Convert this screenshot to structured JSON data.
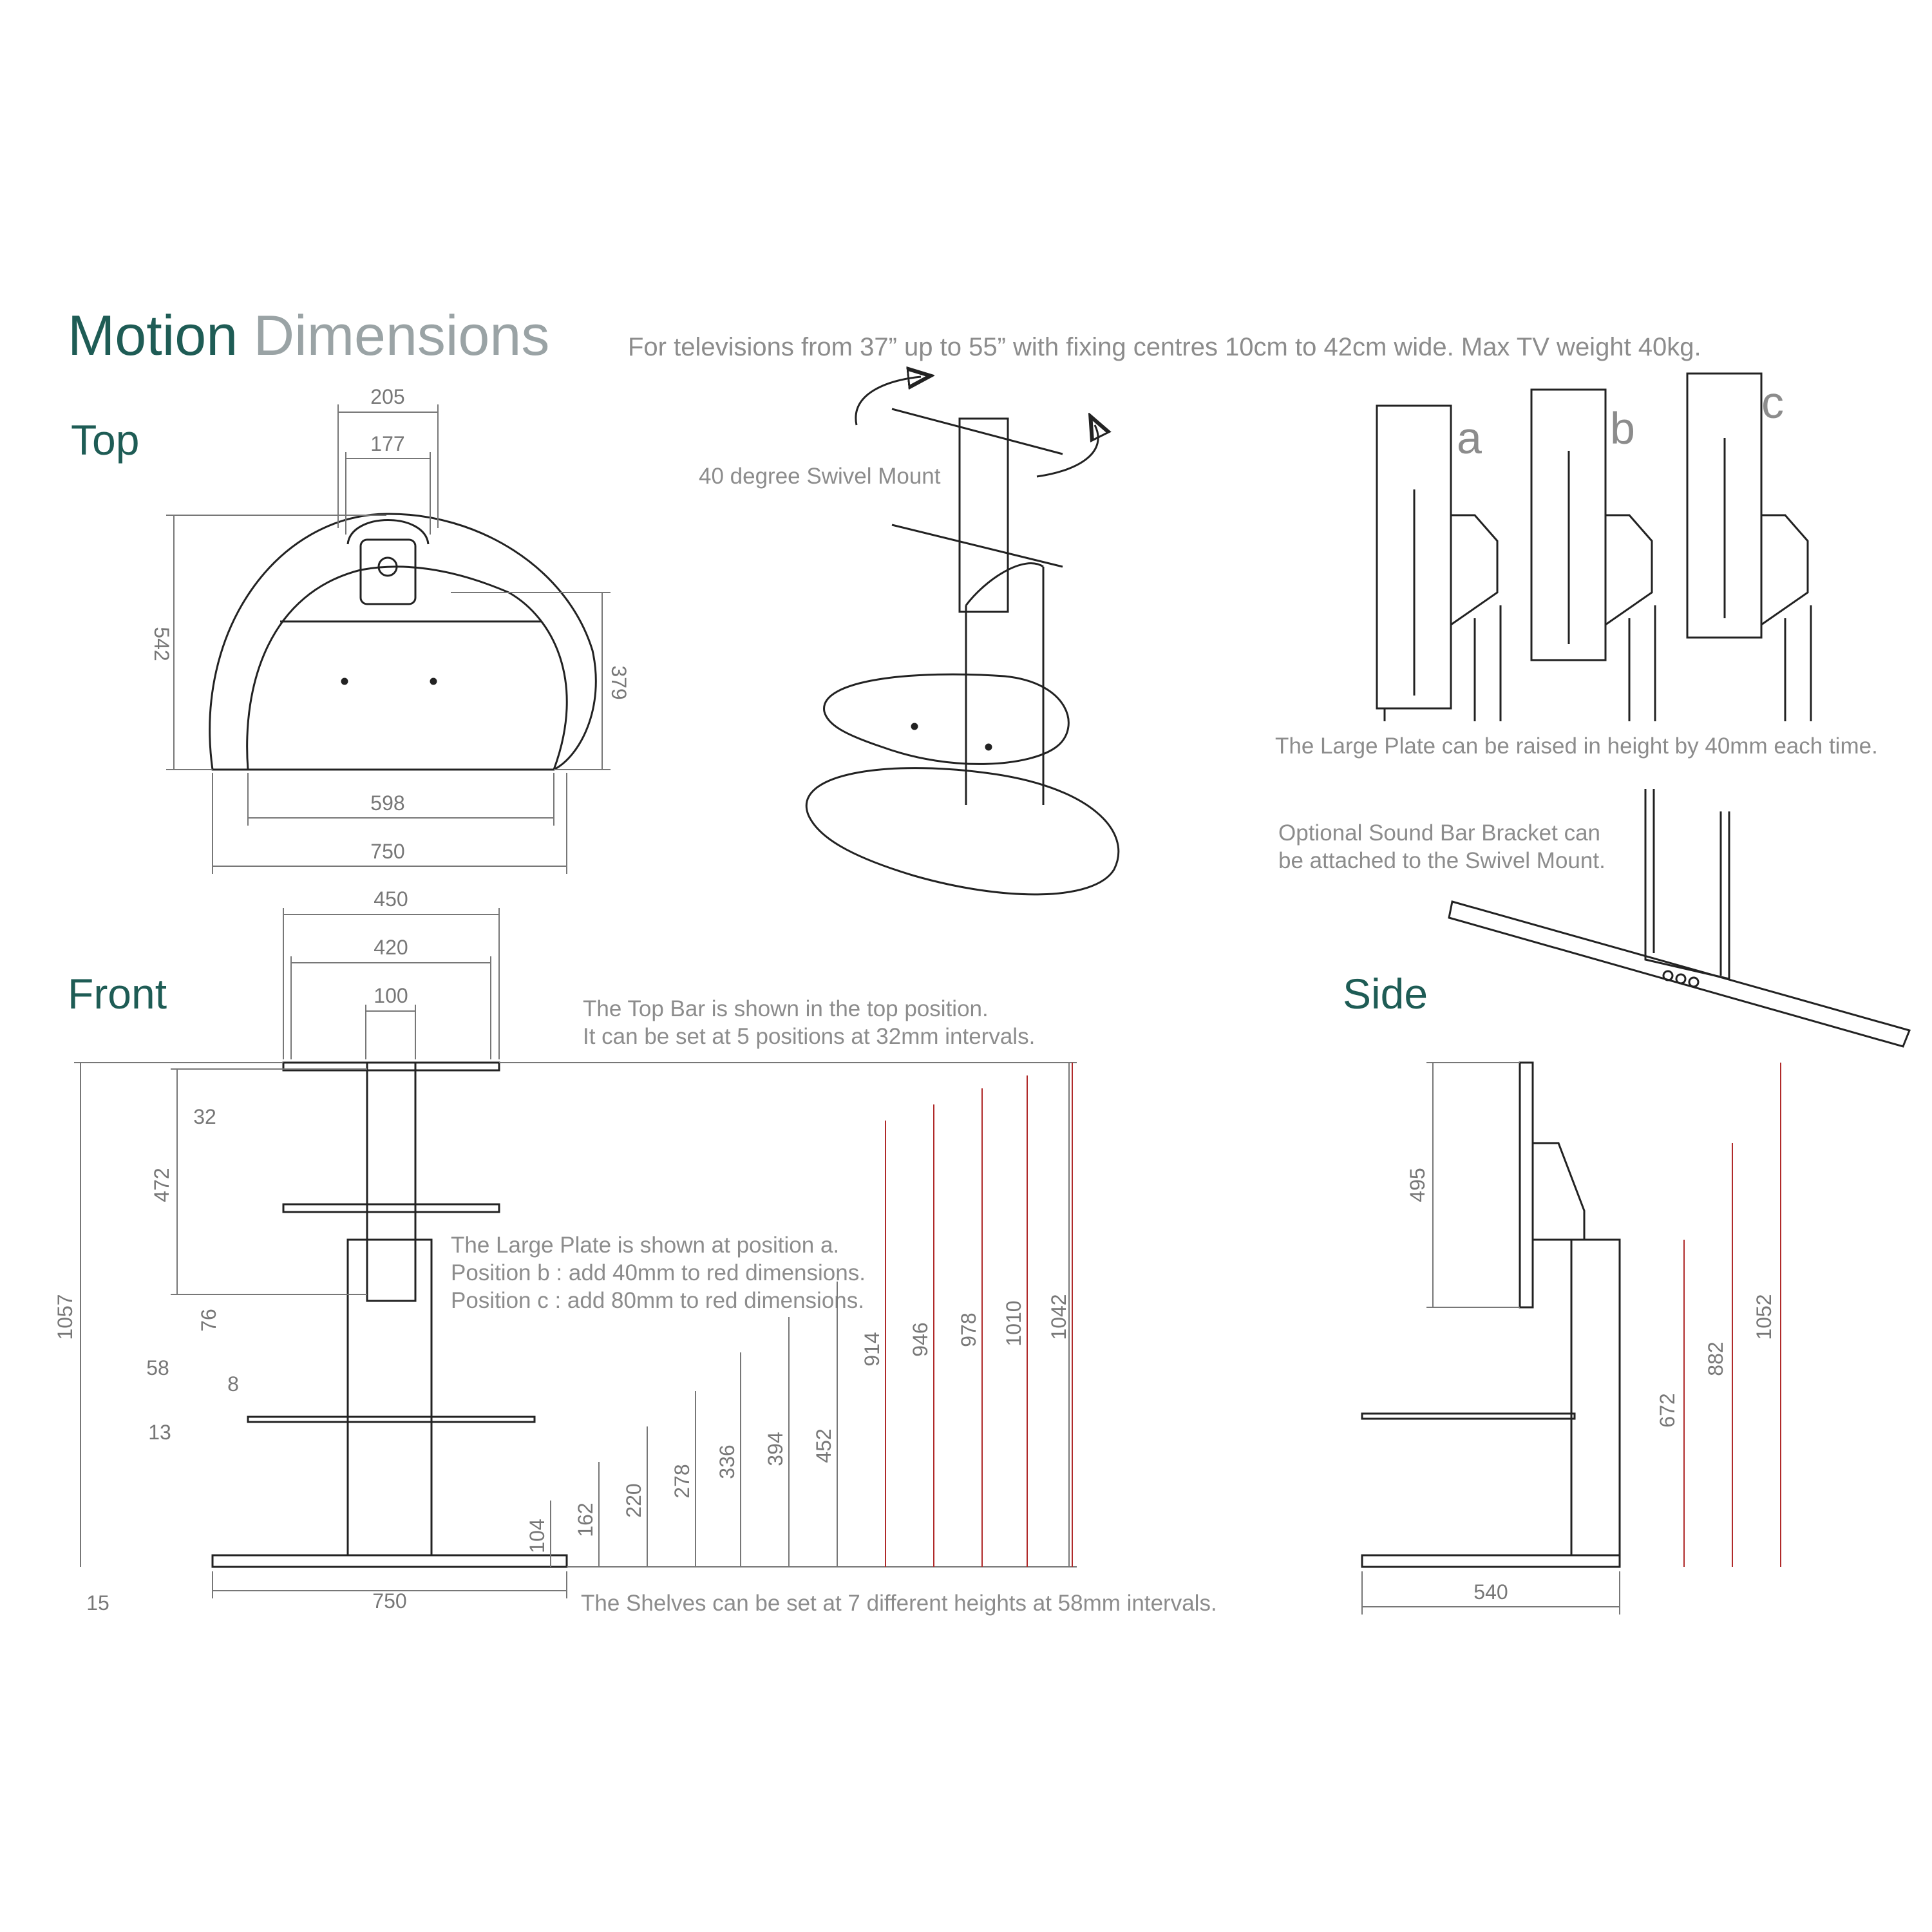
{
  "header": {
    "title_word1": "Motion",
    "title_word2": "Dimensions",
    "subtitle": "For televisions from 37” up to 55” with fixing centres 10cm to 42cm wide. Max TV weight 40kg."
  },
  "sections": {
    "top": "Top",
    "front": "Front",
    "side": "Side"
  },
  "notes": {
    "swivel": "40 degree Swivel Mount",
    "large_plate_raise": "The Large Plate can be raised in height by 40mm each time.",
    "sound_bar": [
      "Optional Sound Bar Bracket can",
      "be attached to the Swivel Mount."
    ],
    "top_bar": [
      "The Top Bar is shown in the top position.",
      "It can be set at 5 positions at 32mm intervals."
    ],
    "large_plate_position": [
      "The Large Plate is shown at position a.",
      "Position b : add 40mm to red dimensions.",
      "Position c : add 80mm to red dimensions."
    ],
    "shelves": "The Shelves can be set at 7 different heights at 58mm intervals."
  },
  "plate_variants": [
    "a",
    "b",
    "c"
  ],
  "dimensions": {
    "top": {
      "outer_bracket": "205",
      "inner_bracket": "177",
      "depth": "542",
      "shelf_depth": "379",
      "shelf_width": "598",
      "base_width": "750"
    },
    "front": {
      "top_bar_width": "450",
      "plate_fixing_width": "420",
      "pillar_width": "100",
      "top_bar_step": "32",
      "plate_height": "472",
      "pillar_offset": "76",
      "shelf_step": "58",
      "shelf_thickness": "8",
      "shelf_gap": "13",
      "base_thickness": "15",
      "base_width": "750",
      "shelf_heights": [
        "104",
        "162",
        "220",
        "278",
        "336",
        "394",
        "452"
      ],
      "plate_heights": [
        "914",
        "946",
        "978",
        "1010",
        "1042"
      ],
      "overall_height": "1057"
    },
    "side": {
      "plate_height": "495",
      "shelf_height": "672",
      "bracket_height": "882",
      "overall_height": "1052",
      "base_depth": "540"
    }
  },
  "colors": {
    "title_teal": "#1e5c55",
    "title_grey": "#9aa3a5",
    "text_grey": "#8c8c8c",
    "dim_line": "#777777",
    "red_dim": "#b02a2a",
    "outline": "#222222"
  }
}
